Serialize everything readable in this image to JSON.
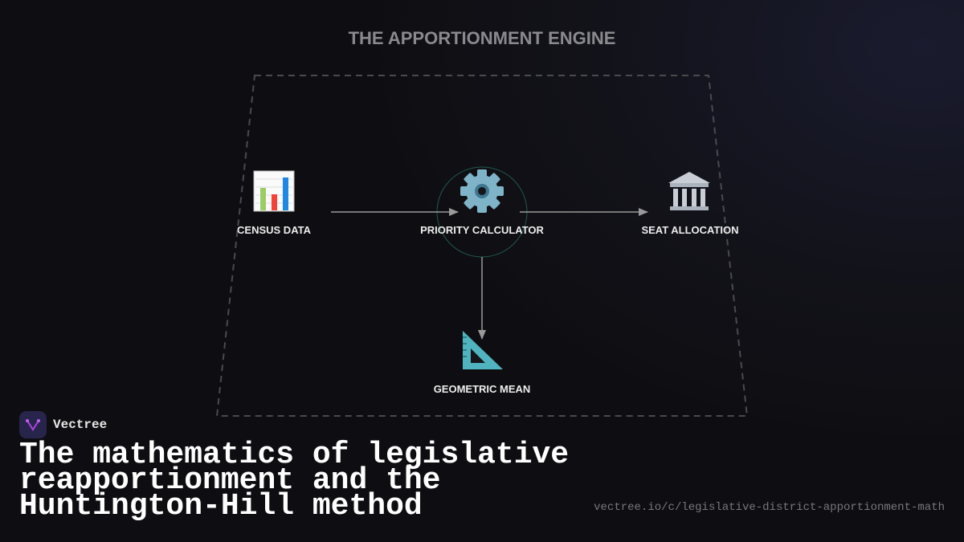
{
  "diagram": {
    "title": "THE APPORTIONMENT ENGINE",
    "nodes": [
      {
        "id": "census",
        "label": "CENSUS DATA",
        "icon": "bar-chart-icon"
      },
      {
        "id": "priority",
        "label": "PRIORITY CALCULATOR",
        "icon": "gear-icon"
      },
      {
        "id": "seats",
        "label": "SEAT ALLOCATION",
        "icon": "classical-building-icon"
      },
      {
        "id": "geomean",
        "label": "GEOMETRIC MEAN",
        "icon": "triangular-ruler-icon"
      }
    ],
    "edges": [
      {
        "from": "census",
        "to": "priority"
      },
      {
        "from": "priority",
        "to": "seats"
      },
      {
        "from": "priority",
        "to": "geomean"
      }
    ]
  },
  "brand": {
    "name": "Vectree",
    "accent": "#b042e0"
  },
  "headline": {
    "lines": [
      "The mathematics of legislative",
      "reapportionment and the",
      "Huntington-Hill method"
    ]
  },
  "url": "vectree.io/c/legislative-district-apportionment-math"
}
